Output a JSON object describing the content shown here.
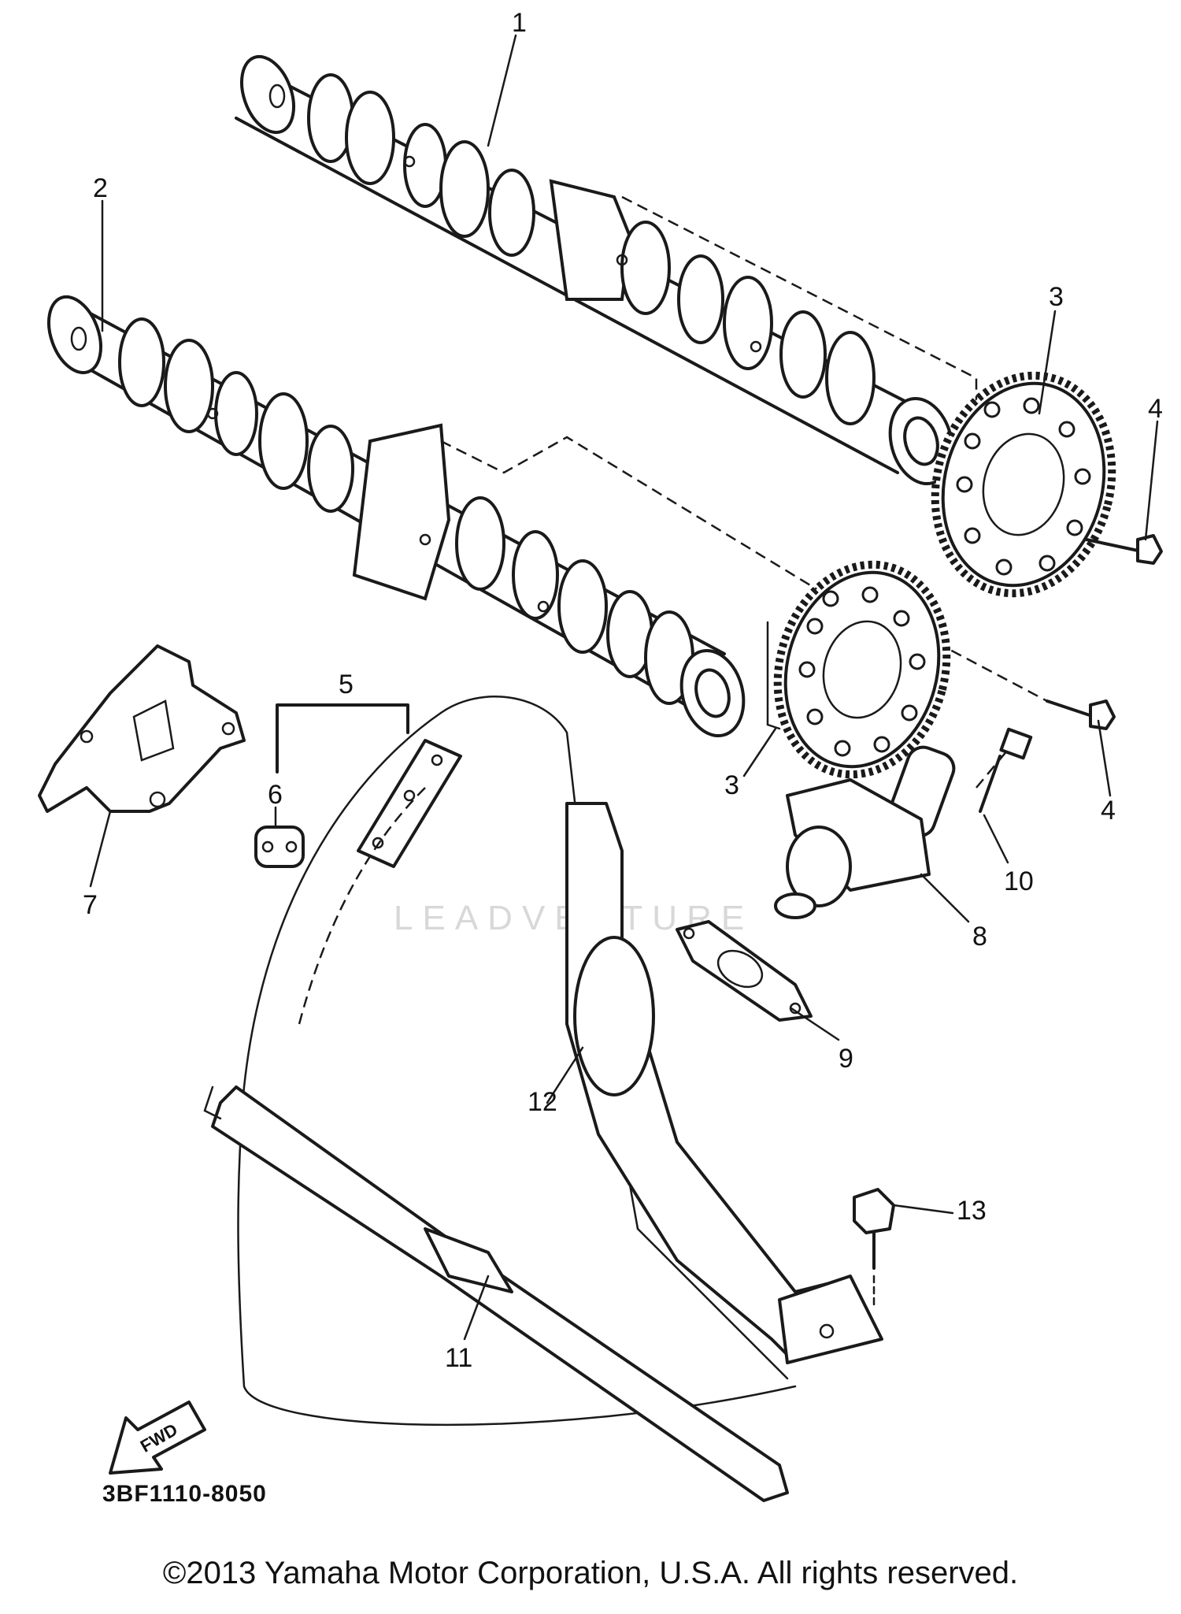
{
  "callouts": [
    {
      "id": "1",
      "label": "1"
    },
    {
      "id": "2",
      "label": "2"
    },
    {
      "id": "3a",
      "label": "3"
    },
    {
      "id": "3b",
      "label": "3"
    },
    {
      "id": "4a",
      "label": "4"
    },
    {
      "id": "4b",
      "label": "4"
    },
    {
      "id": "5",
      "label": "5"
    },
    {
      "id": "6",
      "label": "6"
    },
    {
      "id": "7",
      "label": "7"
    },
    {
      "id": "8",
      "label": "8"
    },
    {
      "id": "9",
      "label": "9"
    },
    {
      "id": "10",
      "label": "10"
    },
    {
      "id": "11",
      "label": "11"
    },
    {
      "id": "12",
      "label": "12"
    },
    {
      "id": "13",
      "label": "13"
    }
  ],
  "fwd_label": "FWD",
  "part_code": "3BF1110-8050",
  "watermark": "LEADVENTURE",
  "copyright": "©2013 Yamaha Motor Corporation, U.S.A. All rights reserved."
}
